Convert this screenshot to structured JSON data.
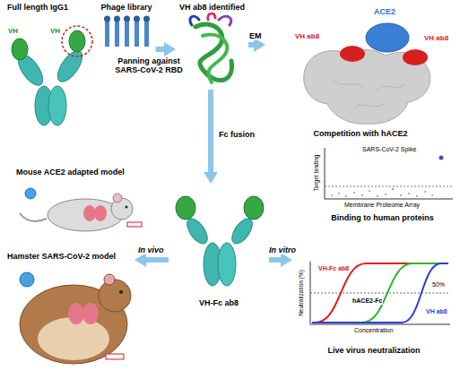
{
  "diagram": {
    "nodes": [
      {
        "text": [
          "Full length IgG1"
        ]
      },
      {
        "text": [
          "Phage library"
        ]
      },
      {
        "text": [
          "VH ab8 identified"
        ]
      },
      {
        "text": [
          "Competition with hACE2"
        ]
      },
      {
        "text": [
          "Binding to human proteins"
        ]
      },
      {
        "text": [
          "VH-Fc ab8"
        ]
      },
      {
        "text": [
          "Live virus neutralization"
        ]
      },
      {
        "text": [
          "Hamster SARS-CoV-2 model"
        ]
      },
      {
        "text": [
          "Mouse ACE2 adapted model"
        ]
      }
    ],
    "edges": [
      {
        "from": 1,
        "to": 2,
        "arrow": "to",
        "label": "Panning against SARS-CoV-2 RBD"
      },
      {
        "from": 2,
        "to": 3,
        "arrow": "to",
        "label": "EM"
      },
      {
        "from": 2,
        "to": 5,
        "arrow": "to",
        "label": "Fc fusion"
      },
      {
        "from": 5,
        "to": 6,
        "arrow": "to",
        "label": "In vitro"
      },
      {
        "from": 5,
        "to": 7,
        "arrow": "to",
        "label": "In vivo"
      }
    ],
    "labels": [
      "VH",
      "VH",
      "ACE2",
      "VH ab8",
      "VH ab8",
      "SARS-CoV-2 Spike",
      "Target binding",
      "Membrane Proteome Array",
      "Neutralization (%)",
      "50%",
      "VH-Fc ab8",
      "hACE2-Fc",
      "VH ab8",
      "Concentration"
    ]
  }
}
